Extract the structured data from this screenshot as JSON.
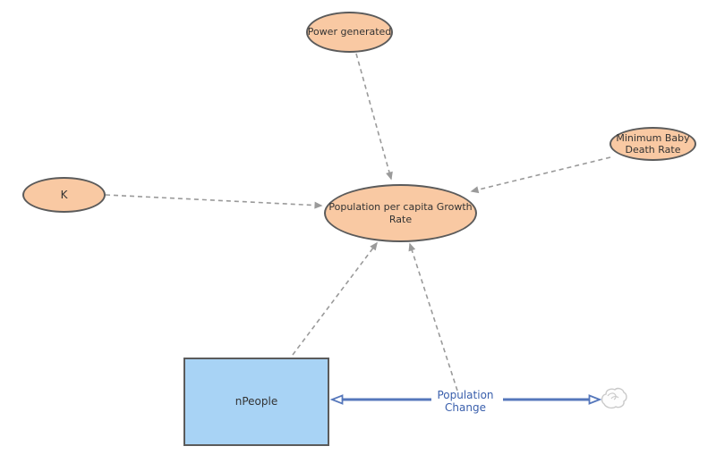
{
  "diagram": {
    "nodes": {
      "power_generated": {
        "type": "variable",
        "label": "Power generated"
      },
      "minimum_baby_death_rate": {
        "type": "variable",
        "lines": [
          "Minimum Baby",
          "Death Rate"
        ]
      },
      "k": {
        "type": "variable",
        "label": "K"
      },
      "growth_rate": {
        "type": "variable",
        "lines": [
          "Population per capita Growth",
          "Rate"
        ]
      },
      "npeople": {
        "type": "stock",
        "label": "nPeople"
      },
      "population_change": {
        "type": "flow",
        "lines": [
          "Population",
          "Change"
        ]
      }
    },
    "links": [
      {
        "from": "Power generated",
        "to": "Population per capita Growth Rate",
        "style": "dashed"
      },
      {
        "from": "Minimum Baby Death Rate",
        "to": "Population per capita Growth Rate",
        "style": "dashed"
      },
      {
        "from": "K",
        "to": "Population per capita Growth Rate",
        "style": "dashed"
      },
      {
        "from": "nPeople",
        "to": "Population per capita Growth Rate",
        "style": "dashed"
      },
      {
        "from": "Population Change",
        "to": "Population per capita Growth Rate",
        "style": "dashed"
      },
      {
        "from": "Population Change",
        "to": "nPeople",
        "style": "flow-arrow"
      },
      {
        "from": "Population Change",
        "to": "cloud-sink",
        "style": "flow-arrow"
      }
    ],
    "colors": {
      "canvas_bg": "#ffffff",
      "variable_fill": "#F9C9A3",
      "stock_fill": "#A8D3F5",
      "shape_border": "#5B5B5B",
      "link_gray": "#9A9A9A",
      "flow_blue": "#5577BB",
      "flow_label_blue": "#3A5FAC",
      "node_text": "#333333",
      "cloud_stroke": "#C9C9C9"
    }
  }
}
